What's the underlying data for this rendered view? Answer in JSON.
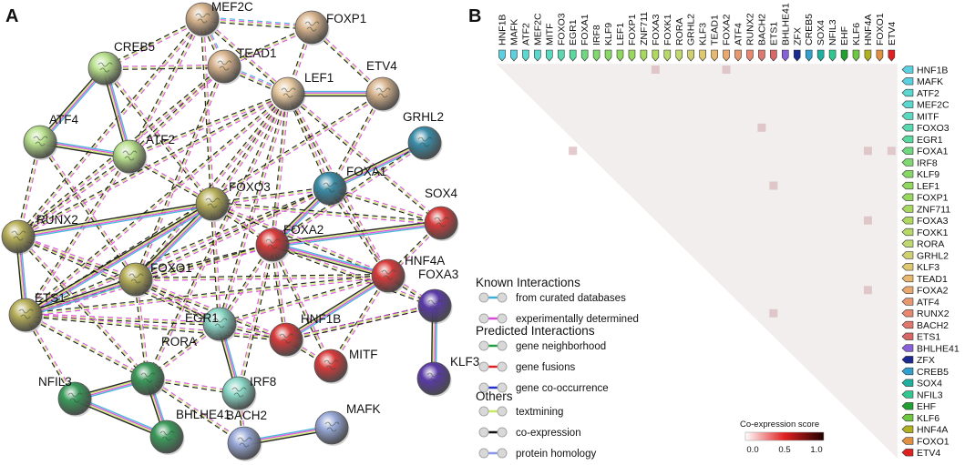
{
  "panel_a": {
    "letter": "A",
    "nodes": [
      {
        "id": "MEF2C",
        "label": "MEF2C",
        "color": "#d8b48e"
      },
      {
        "id": "FOXP1",
        "label": "FOXP1",
        "color": "#d8b48e"
      },
      {
        "id": "CREB5",
        "label": "CREB5",
        "color": "#b8e08c"
      },
      {
        "id": "TEAD1",
        "label": "TEAD1",
        "color": "#d8b48e"
      },
      {
        "id": "LEF1",
        "label": "LEF1",
        "color": "#e8c9a0"
      },
      {
        "id": "ETV4",
        "label": "ETV4",
        "color": "#d8b48e"
      },
      {
        "id": "GRHL2",
        "label": "GRHL2",
        "color": "#3a8ca8"
      },
      {
        "id": "ATF4",
        "label": "ATF4",
        "color": "#b8e08c"
      },
      {
        "id": "ATF2",
        "label": "ATF2",
        "color": "#b8e08c"
      },
      {
        "id": "FOXA1",
        "label": "FOXA1",
        "color": "#3a8ca8"
      },
      {
        "id": "SOX4",
        "label": "SOX4",
        "color": "#d83a3a"
      },
      {
        "id": "FOXO3",
        "label": "FOXO3",
        "color": "#b8b05a"
      },
      {
        "id": "RUNX2",
        "label": "RUNX2",
        "color": "#b8b05a"
      },
      {
        "id": "FOXA2",
        "label": "FOXA2",
        "color": "#d83a3a"
      },
      {
        "id": "HNF4A",
        "label": "HNF4A",
        "color": "#d83a3a"
      },
      {
        "id": "FOXO1",
        "label": "FOXO1",
        "color": "#b8b05a"
      },
      {
        "id": "FOXA3",
        "label": "FOXA3",
        "color": "#5a3aa8"
      },
      {
        "id": "ETS1",
        "label": "ETS1",
        "color": "#b8b05a"
      },
      {
        "id": "EGR1",
        "label": "EGR1",
        "color": "#8ad8c8"
      },
      {
        "id": "HNF1B",
        "label": "HNF1B",
        "color": "#d83a3a"
      },
      {
        "id": "MITF",
        "label": "MITF",
        "color": "#d83a3a"
      },
      {
        "id": "RORA",
        "label": "RORA",
        "color": "#3a9a5a"
      },
      {
        "id": "KLF3",
        "label": "KLF3",
        "color": "#5a3aa8"
      },
      {
        "id": "IRF8",
        "label": "IRF8",
        "color": "#8ad8c8"
      },
      {
        "id": "NFIL3",
        "label": "NFIL3",
        "color": "#3a9a5a"
      },
      {
        "id": "BHLHE41",
        "label": "BHLHE41",
        "color": "#3a9a5a"
      },
      {
        "id": "BACH2",
        "label": "BACH2",
        "color": "#98a8d8"
      },
      {
        "id": "MAFK",
        "label": "MAFK",
        "color": "#98a8d8"
      }
    ],
    "edges": [
      [
        "MEF2C",
        "FOXP1",
        "mixed"
      ],
      [
        "MEF2C",
        "TEAD1",
        "mixed"
      ],
      [
        "MEF2C",
        "LEF1",
        "dash"
      ],
      [
        "MEF2C",
        "ATF2",
        "dash"
      ],
      [
        "MEF2C",
        "RUNX2",
        "dash"
      ],
      [
        "MEF2C",
        "FOXO3",
        "dash"
      ],
      [
        "MEF2C",
        "CREB5",
        "dash"
      ],
      [
        "FOXP1",
        "LEF1",
        "dash"
      ],
      [
        "FOXP1",
        "ETV4",
        "dash"
      ],
      [
        "FOXP1",
        "TEAD1",
        "dash"
      ],
      [
        "CREB5",
        "ATF2",
        "solid"
      ],
      [
        "CREB5",
        "ATF4",
        "solid"
      ],
      [
        "CREB5",
        "TEAD1",
        "dash"
      ],
      [
        "CREB5",
        "FOXO3",
        "dash"
      ],
      [
        "TEAD1",
        "LEF1",
        "mixed"
      ],
      [
        "TEAD1",
        "ATF2",
        "dash"
      ],
      [
        "TEAD1",
        "FOXO1",
        "dash"
      ],
      [
        "TEAD1",
        "RUNX2",
        "dash"
      ],
      [
        "LEF1",
        "ETV4",
        "solid"
      ],
      [
        "LEF1",
        "FOXA1",
        "dash"
      ],
      [
        "LEF1",
        "FOXA2",
        "dash"
      ],
      [
        "LEF1",
        "EGR1",
        "dash"
      ],
      [
        "LEF1",
        "FOXO3",
        "dash"
      ],
      [
        "LEF1",
        "RUNX2",
        "dash"
      ],
      [
        "LEF1",
        "ETS1",
        "dash"
      ],
      [
        "LEF1",
        "FOXO1",
        "dash"
      ],
      [
        "LEF1",
        "ATF2",
        "dash"
      ],
      [
        "LEF1",
        "SOX4",
        "dash"
      ],
      [
        "LEF1",
        "HNF4A",
        "dash"
      ],
      [
        "LEF1",
        "RORA",
        "dash"
      ],
      [
        "ETV4",
        "FOXA1",
        "dash"
      ],
      [
        "ETV4",
        "ETS1",
        "dash"
      ],
      [
        "GRHL2",
        "FOXA1",
        "solid"
      ],
      [
        "GRHL2",
        "FOXA2",
        "dash"
      ],
      [
        "ATF4",
        "ATF2",
        "solid"
      ],
      [
        "ATF4",
        "RUNX2",
        "dash"
      ],
      [
        "ATF4",
        "FOXO1",
        "dash"
      ],
      [
        "ATF2",
        "FOXO3",
        "dash"
      ],
      [
        "ATF2",
        "RUNX2",
        "dash"
      ],
      [
        "ATF2",
        "ETS1",
        "dash"
      ],
      [
        "FOXA1",
        "FOXA2",
        "solid"
      ],
      [
        "FOXA1",
        "SOX4",
        "dash"
      ],
      [
        "FOXA1",
        "HNF4A",
        "dash"
      ],
      [
        "FOXA1",
        "FOXO3",
        "dash"
      ],
      [
        "FOXA1",
        "ETS1",
        "dash"
      ],
      [
        "FOXA1",
        "FOXO1",
        "dash"
      ],
      [
        "SOX4",
        "FOXA2",
        "solid"
      ],
      [
        "SOX4",
        "FOXO3",
        "dash"
      ],
      [
        "SOX4",
        "HNF4A",
        "dash"
      ],
      [
        "FOXO3",
        "RUNX2",
        "solid"
      ],
      [
        "FOXO3",
        "FOXO1",
        "solid"
      ],
      [
        "FOXO3",
        "ETS1",
        "solid"
      ],
      [
        "FOXO3",
        "FOXA2",
        "dash"
      ],
      [
        "FOXO3",
        "EGR1",
        "dash"
      ],
      [
        "FOXO3",
        "HNF4A",
        "dash"
      ],
      [
        "RUNX2",
        "ETS1",
        "solid"
      ],
      [
        "RUNX2",
        "FOXO1",
        "dash"
      ],
      [
        "RUNX2",
        "EGR1",
        "dash"
      ],
      [
        "RUNX2",
        "RORA",
        "dash"
      ],
      [
        "FOXA2",
        "HNF4A",
        "solid"
      ],
      [
        "FOXA2",
        "HNF1B",
        "dash"
      ],
      [
        "FOXA2",
        "FOXO1",
        "dash"
      ],
      [
        "FOXA2",
        "MITF",
        "dash"
      ],
      [
        "FOXA2",
        "FOXA3",
        "dash"
      ],
      [
        "FOXA2",
        "ETS1",
        "dash"
      ],
      [
        "FOXA2",
        "EGR1",
        "dash"
      ],
      [
        "HNF4A",
        "HNF1B",
        "solid"
      ],
      [
        "HNF4A",
        "FOXA3",
        "dash"
      ],
      [
        "HNF4A",
        "MITF",
        "dash"
      ],
      [
        "HNF4A",
        "FOXO1",
        "dash"
      ],
      [
        "HNF4A",
        "EGR1",
        "dash"
      ],
      [
        "HNF4A",
        "ETS1",
        "dash"
      ],
      [
        "FOXO1",
        "ETS1",
        "solid"
      ],
      [
        "FOXO1",
        "EGR1",
        "dash"
      ],
      [
        "FOXO1",
        "RORA",
        "dash"
      ],
      [
        "FOXO1",
        "HNF1B",
        "dash"
      ],
      [
        "FOXA3",
        "KLF3",
        "solid"
      ],
      [
        "FOXA3",
        "HNF1B",
        "dash"
      ],
      [
        "ETS1",
        "EGR1",
        "dash"
      ],
      [
        "ETS1",
        "RORA",
        "dash"
      ],
      [
        "ETS1",
        "NFIL3",
        "dash"
      ],
      [
        "ETS1",
        "HNF1B",
        "dash"
      ],
      [
        "EGR1",
        "IRF8",
        "solid"
      ],
      [
        "EGR1",
        "HNF1B",
        "dash"
      ],
      [
        "EGR1",
        "RORA",
        "dash"
      ],
      [
        "HNF1B",
        "MITF",
        "dash"
      ],
      [
        "HNF1B",
        "FOXA3",
        "dash"
      ],
      [
        "RORA",
        "NFIL3",
        "solid"
      ],
      [
        "RORA",
        "BHLHE41",
        "solid"
      ],
      [
        "RORA",
        "IRF8",
        "dash"
      ],
      [
        "RORA",
        "BACH2",
        "dash"
      ],
      [
        "IRF8",
        "BACH2",
        "dash"
      ],
      [
        "IRF8",
        "FOXA2",
        "dash"
      ],
      [
        "NFIL3",
        "BHLHE41",
        "solid"
      ],
      [
        "BACH2",
        "MAFK",
        "solid"
      ]
    ]
  },
  "legend": {
    "known_title": "Known Interactions",
    "known": [
      {
        "label": "from curated databases",
        "color": "#3ab0d8"
      },
      {
        "label": "experimentally determined",
        "color": "#d848d8"
      }
    ],
    "predicted_title": "Predicted Interactions",
    "predicted": [
      {
        "label": "gene neighborhood",
        "color": "#20a040"
      },
      {
        "label": "gene fusions",
        "color": "#e02020"
      },
      {
        "label": "gene co-occurrence",
        "color": "#2030d0"
      }
    ],
    "others_title": "Others",
    "others": [
      {
        "label": "textmining",
        "color": "#c8e860"
      },
      {
        "label": "co-expression",
        "color": "#111111"
      },
      {
        "label": "protein homology",
        "color": "#8898e8"
      }
    ]
  },
  "panel_b": {
    "letter": "B",
    "genes": [
      {
        "name": "HNF1B",
        "color": "#5ad0e0"
      },
      {
        "name": "MAFK",
        "color": "#5ad0e0"
      },
      {
        "name": "ATF2",
        "color": "#5ad8d0"
      },
      {
        "name": "MEF2C",
        "color": "#5ad8d0"
      },
      {
        "name": "MITF",
        "color": "#5ad8c0"
      },
      {
        "name": "FOXO3",
        "color": "#5ad8b0"
      },
      {
        "name": "EGR1",
        "color": "#5ad8a0"
      },
      {
        "name": "FOXA1",
        "color": "#70d880"
      },
      {
        "name": "IRF8",
        "color": "#80d870"
      },
      {
        "name": "KLF9",
        "color": "#88d868"
      },
      {
        "name": "LEF1",
        "color": "#90d860"
      },
      {
        "name": "FOXP1",
        "color": "#98d860"
      },
      {
        "name": "ZNF711",
        "color": "#a8d860"
      },
      {
        "name": "FOXA3",
        "color": "#b0d860"
      },
      {
        "name": "FOXK1",
        "color": "#b8d868"
      },
      {
        "name": "RORA",
        "color": "#c0d870"
      },
      {
        "name": "GRHL2",
        "color": "#d0d070"
      },
      {
        "name": "KLF3",
        "color": "#e0c870"
      },
      {
        "name": "TEAD1",
        "color": "#e8b870"
      },
      {
        "name": "FOXA2",
        "color": "#e8a870"
      },
      {
        "name": "ATF4",
        "color": "#e89870"
      },
      {
        "name": "RUNX2",
        "color": "#e88870"
      },
      {
        "name": "BACH2",
        "color": "#e07870"
      },
      {
        "name": "ETS1",
        "color": "#d86868"
      },
      {
        "name": "BHLHE41",
        "color": "#8860d8"
      },
      {
        "name": "ZFX",
        "color": "#1a2a90"
      },
      {
        "name": "CREB5",
        "color": "#30a0d0"
      },
      {
        "name": "SOX4",
        "color": "#20b0a0"
      },
      {
        "name": "NFIL3",
        "color": "#30c890"
      },
      {
        "name": "EHF",
        "color": "#20a030"
      },
      {
        "name": "KLF6",
        "color": "#70c840"
      },
      {
        "name": "HNF4A",
        "color": "#b0b020"
      },
      {
        "name": "FOXO1",
        "color": "#e09040"
      },
      {
        "name": "ETV4",
        "color": "#e02020"
      }
    ],
    "cells": [
      {
        "row": "HNF1B",
        "col": "FOXA3",
        "score": 0.2
      },
      {
        "row": "HNF1B",
        "col": "FOXA2",
        "score": 0.2
      },
      {
        "row": "FOXO3",
        "col": "BACH2",
        "score": 0.2
      },
      {
        "row": "FOXA1",
        "col": "EGR1",
        "score": 0.2
      },
      {
        "row": "FOXA1",
        "col": "HNF4A",
        "score": 0.2
      },
      {
        "row": "FOXA1",
        "col": "ETV4",
        "score": 0.15
      },
      {
        "row": "LEF1",
        "col": "ETS1",
        "score": 0.2
      },
      {
        "row": "FOXA3",
        "col": "HNF4A",
        "score": 0.2
      },
      {
        "row": "FOXA2",
        "col": "HNF4A",
        "score": 0.2
      },
      {
        "row": "RUNX2",
        "col": "ETS1",
        "score": 0.2
      }
    ],
    "colorbar": {
      "title": "Co-expression score",
      "ticks": [
        "0.0",
        "0.5",
        "1.0"
      ],
      "colors": [
        "#ffffff",
        "#e02020",
        "#200000"
      ]
    }
  }
}
